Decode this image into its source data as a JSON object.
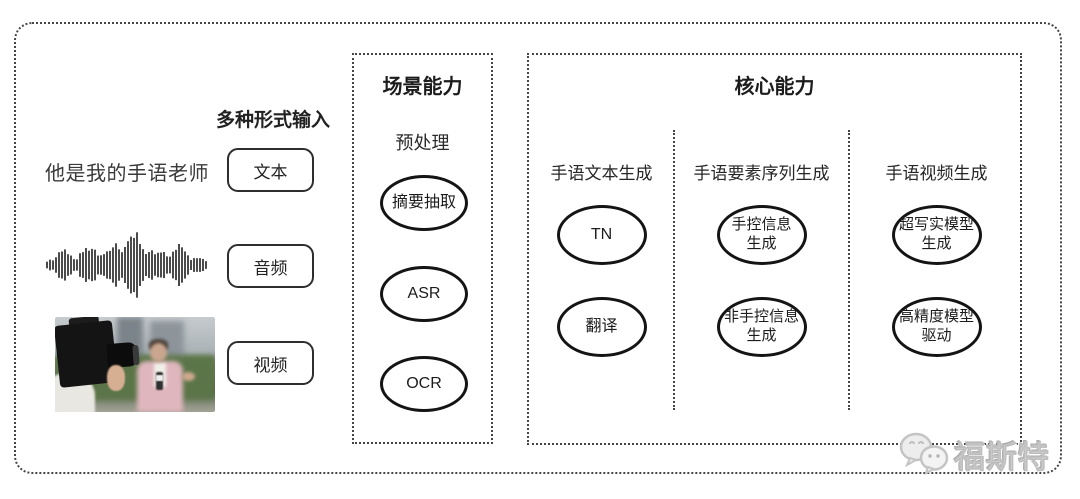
{
  "input_section": {
    "title": "多种形式输入",
    "sample_text": "他是我的手语老师",
    "buttons": [
      {
        "label": "文本"
      },
      {
        "label": "音频"
      },
      {
        "label": "视频"
      }
    ]
  },
  "scene_box": {
    "title": "场景能力",
    "stage_label": "预处理",
    "nodes": [
      {
        "label": "摘要抽取"
      },
      {
        "label": "ASR"
      },
      {
        "label": "OCR"
      }
    ]
  },
  "core_box": {
    "title": "核心能力",
    "columns": [
      {
        "header": "手语文本生成",
        "nodes": [
          {
            "label": "TN"
          },
          {
            "label": "翻译"
          }
        ]
      },
      {
        "header": "手语要素序列生成",
        "nodes": [
          {
            "label": "手控信息\n生成"
          },
          {
            "label": "非手控信息\n生成"
          }
        ]
      },
      {
        "header": "手语视频生成",
        "nodes": [
          {
            "label": "超写实模型\n生成"
          },
          {
            "label": "高精度模型\n驱动"
          }
        ]
      }
    ]
  },
  "watermark": {
    "label": "福斯特"
  },
  "colors": {
    "border": "#454545",
    "node_stroke": "#141414",
    "watermark": "#d2d2d2"
  }
}
